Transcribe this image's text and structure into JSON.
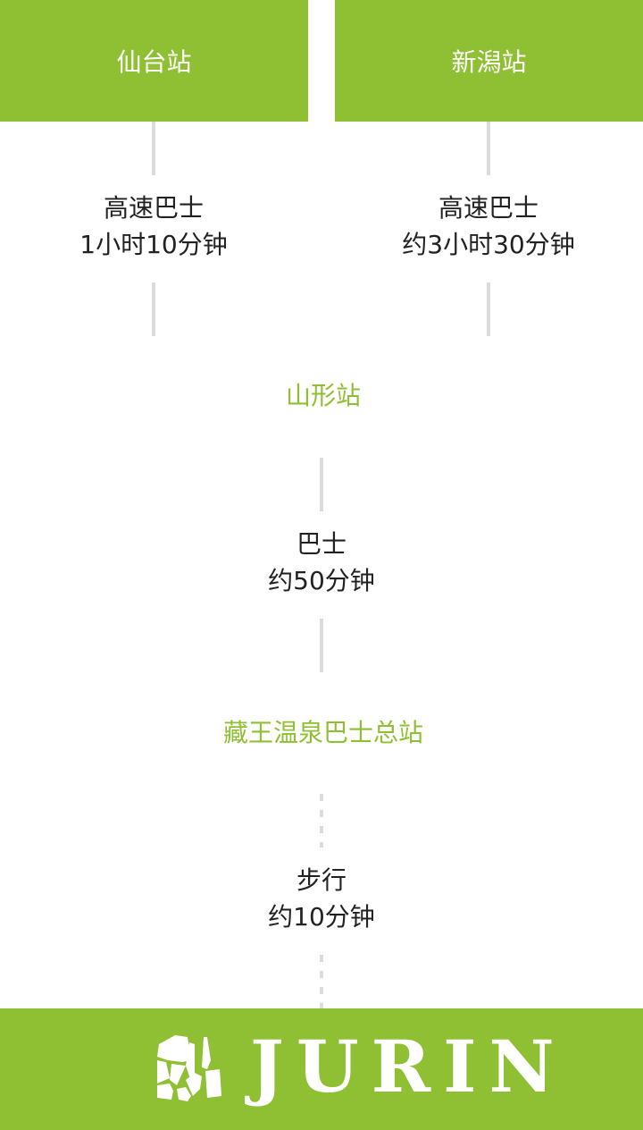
{
  "origins": [
    {
      "station": "仙台站",
      "mode": "高速巴士",
      "duration": "1小时10分钟"
    },
    {
      "station": "新潟站",
      "mode": "高速巴士",
      "duration": "约3小时30分钟"
    }
  ],
  "stop1": {
    "station": "山形站",
    "mode": "巴士",
    "duration": "约50分钟"
  },
  "stop2": {
    "station": "藏王温泉巴士总站",
    "mode": "步行",
    "duration": "约10分钟"
  },
  "footer": {
    "logo_text": "JURIN",
    "logo_icon": "stone-mosaic-icon"
  },
  "colors": {
    "accent": "#8fc033",
    "line": "#dcdcdc",
    "text": "#222222"
  }
}
